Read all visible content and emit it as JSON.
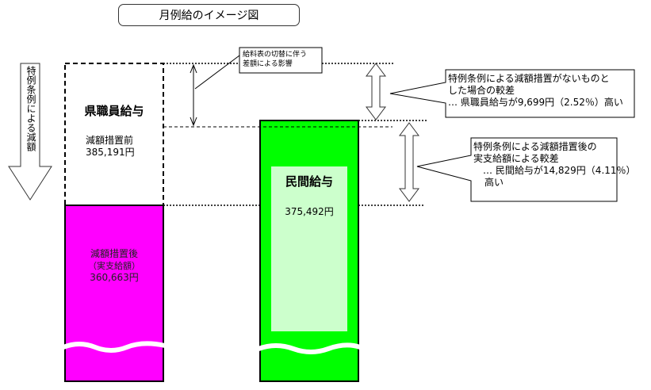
{
  "title": "月例給のイメージ図",
  "side_label": "特例条例による減額",
  "note_small": {
    "line1": "給料表の切替に伴う",
    "line2": "差額による影響"
  },
  "prefectural": {
    "heading": "県職員給与",
    "before_label": "減額措置前",
    "before_value": "385,191円",
    "after_label": "減額措置後",
    "after_sub": "（実支給額）",
    "after_value": "360,663円"
  },
  "private": {
    "heading": "民間給与",
    "value": "375,492円"
  },
  "callout1": {
    "line1": "特例条例による減額措置がないものと",
    "line2": "した場合の較差",
    "line3": "… 県職員給与が9,699円（2.52％）高い"
  },
  "callout2": {
    "line1": "特例条例による減額措置後の",
    "line2": "実支給額による較差",
    "line3": "… 民間給与が14,829円（4.11％）",
    "line4": "高い"
  },
  "colors": {
    "prefectural_bar": "#ff00ff",
    "private_bar": "#00ff00",
    "private_inner": "#ccffcc"
  }
}
